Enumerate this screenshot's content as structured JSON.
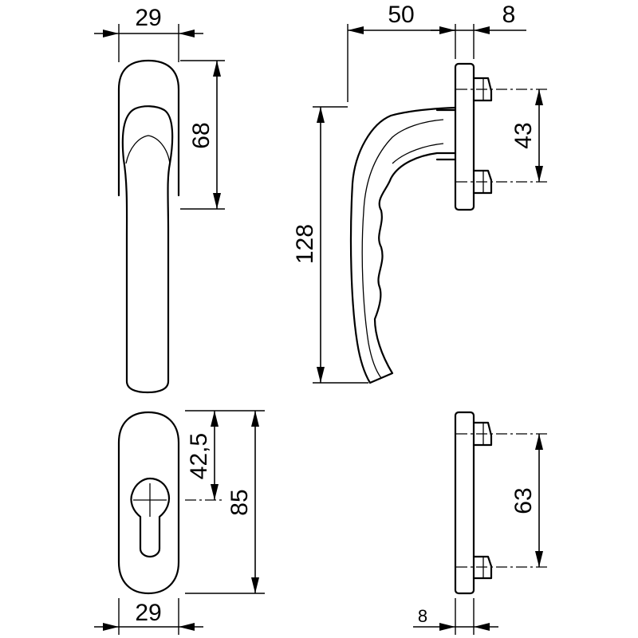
{
  "dimensions": {
    "handle_width": "29",
    "handle_rose_height": "68",
    "projection": "50",
    "base_thickness_top": "8",
    "spindle_spacing": "43",
    "handle_length": "128",
    "key_offset": "42,5",
    "plate_height": "85",
    "plate_width": "29",
    "plate_spacing": "63",
    "plate_thickness": "8"
  }
}
